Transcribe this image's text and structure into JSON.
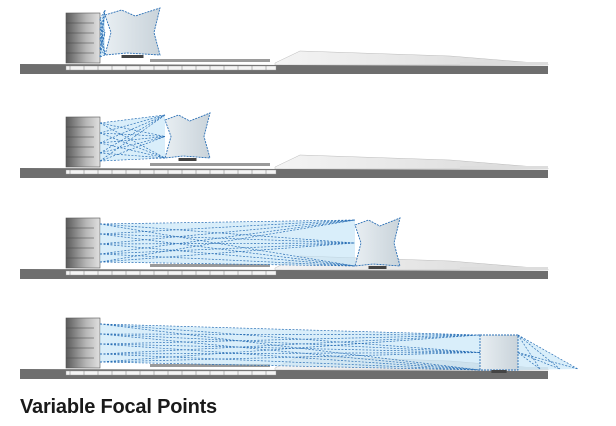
{
  "title": "Variable Focal Points",
  "colors": {
    "ray": "#2a6fb5",
    "ray_fill": "#bfe3f7",
    "ground": "#6e6e6e",
    "building": "#8a8a8a"
  },
  "panels": [
    {
      "name": "focal-point-1",
      "focal_order": 1
    },
    {
      "name": "focal-point-2",
      "focal_order": 2
    },
    {
      "name": "focal-point-3",
      "focal_order": 3
    },
    {
      "name": "focal-point-4",
      "focal_order": 4
    }
  ]
}
